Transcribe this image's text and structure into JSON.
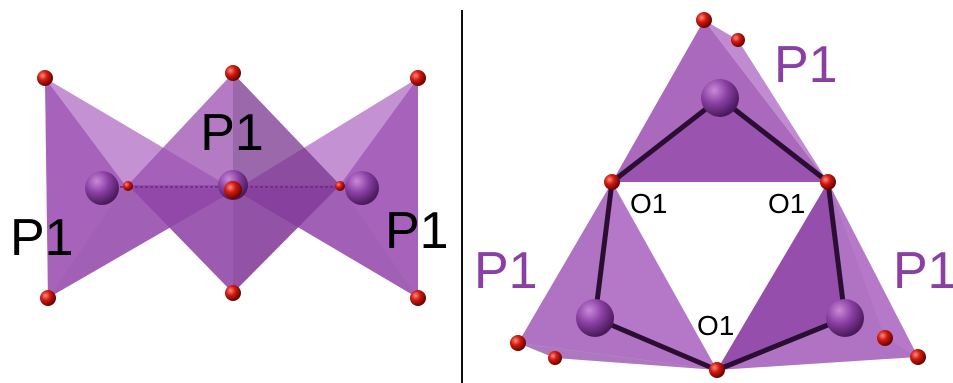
{
  "left_panel": {
    "labels": {
      "center": "P1",
      "left": "P1",
      "right": "P1"
    }
  },
  "right_panel": {
    "labels": {
      "top": "P1",
      "lower_left": "P1",
      "lower_right": "P1",
      "o1_left": "O1",
      "o1_right": "O1",
      "o1_bottom": "O1"
    }
  },
  "colors": {
    "polyhedron_face": "#9b4fb0",
    "polyhedron_dark": "#7a3690",
    "oxygen_atom": "#d11a10",
    "phosphorus_atom": "#8a3fa3",
    "bond": "#2a0f33",
    "label_black": "#000000",
    "label_purple": "#8b3fa3"
  }
}
